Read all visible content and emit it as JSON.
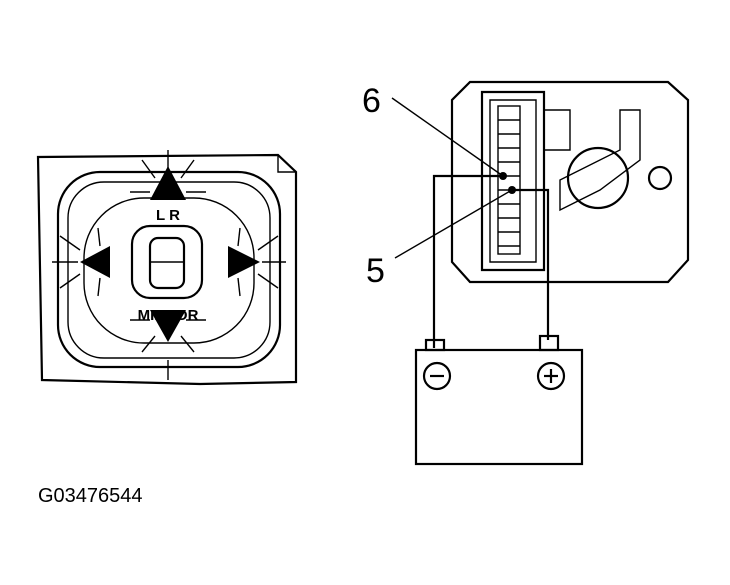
{
  "figure_id": "G03476544",
  "callouts": {
    "upper": "6",
    "lower": "5"
  },
  "switch": {
    "top_label": "L  R",
    "bottom_label": "MIRROR"
  },
  "battery": {
    "negative": "−",
    "positive": "+"
  },
  "colors": {
    "line": "#000000",
    "background": "#ffffff"
  }
}
